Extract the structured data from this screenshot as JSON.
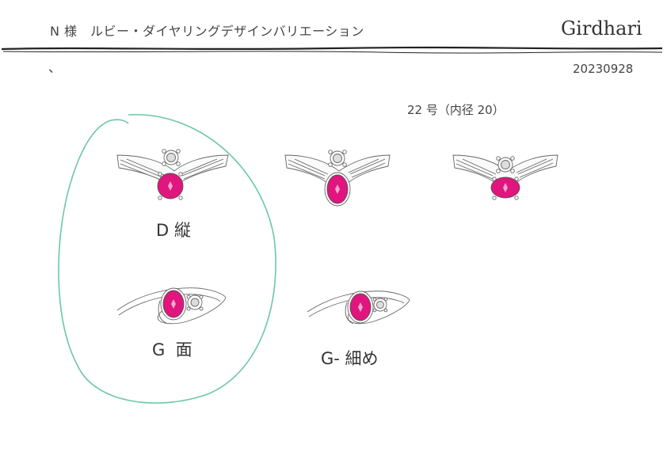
{
  "header": {
    "title": "N 様　ルビー・ダイヤリングデザインバリエーション",
    "brand": "Girdhari",
    "date": "20230928",
    "mark": "、"
  },
  "size_note": "22 号（内径 20）",
  "colors": {
    "ruby": "#e0157e",
    "selection_outline": "#6cc7a5",
    "line": "#666666"
  },
  "variations": [
    {
      "label": "D 縦"
    },
    {
      "label": "G  面"
    },
    {
      "label": "G- 細め"
    }
  ]
}
